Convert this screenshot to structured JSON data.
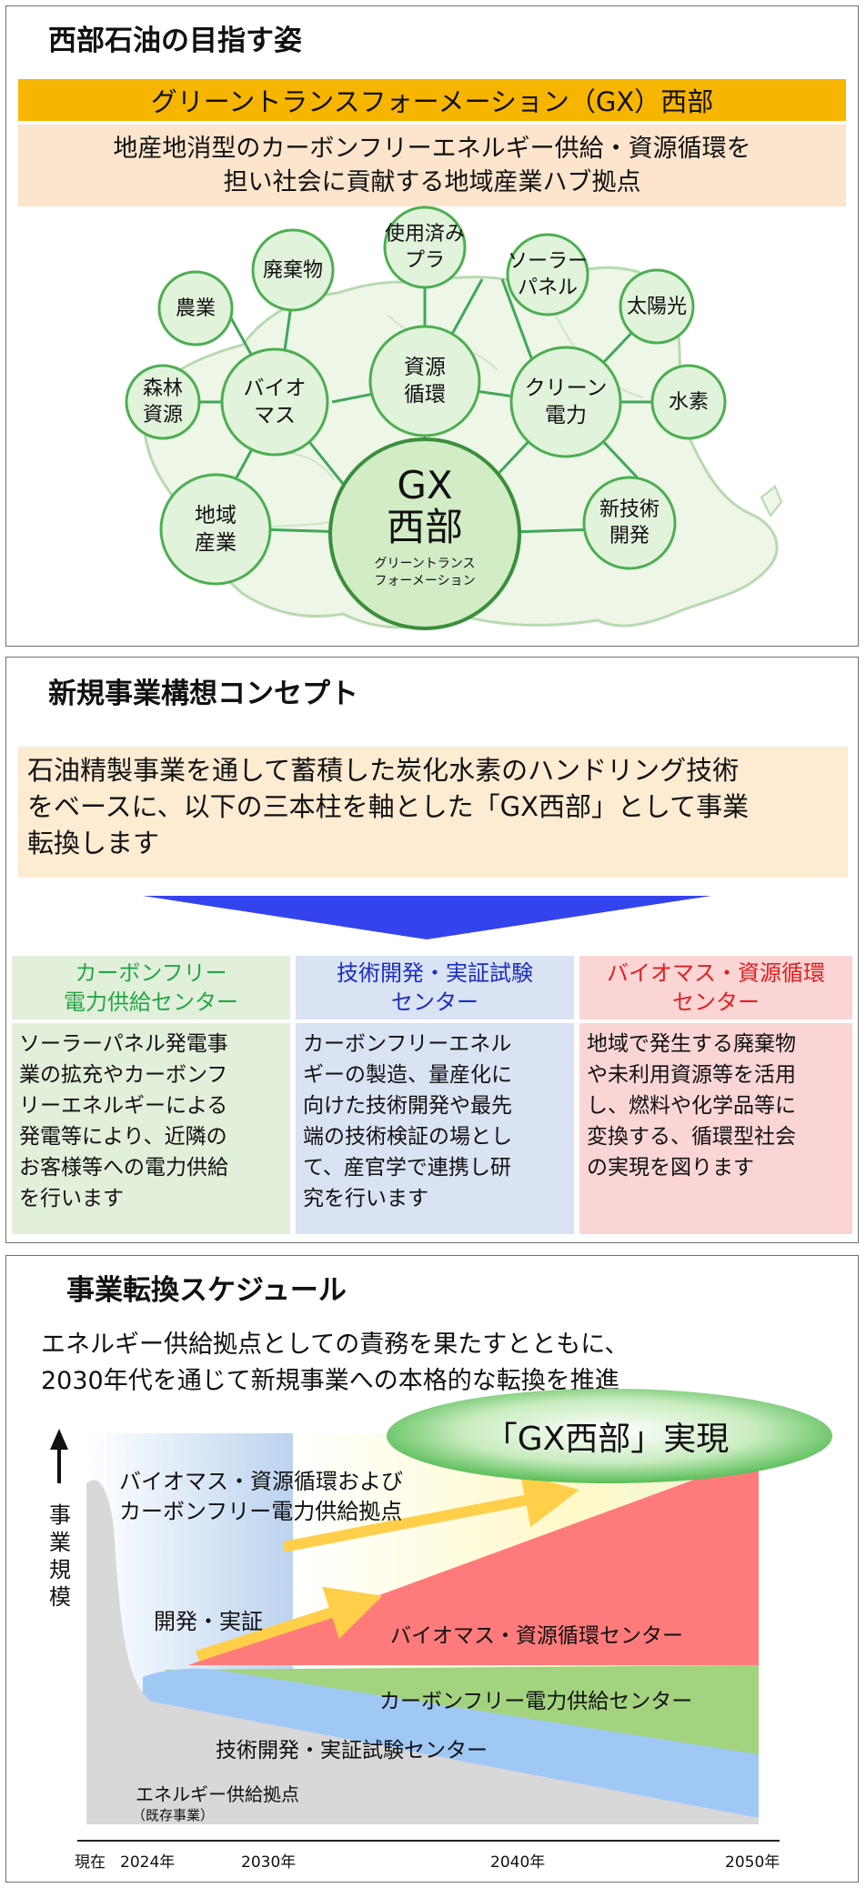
{
  "vision": {
    "title": "西部石油の目指す姿",
    "banner": "グリーントランスフォーメーション（GX）西部",
    "mission": "地産地消型のカーボンフリーエネルギー供給・資源循環を\n担い社会に貢献する地域産業ハブ拠点",
    "hub": {
      "main": "GX\n西部",
      "sub": "グリーントランス\nフォーメーション"
    },
    "nodes": [
      {
        "id": "haikibutsu",
        "label": "廃棄物"
      },
      {
        "id": "plastic",
        "label": "使用済み\nプラ"
      },
      {
        "id": "solar-panel",
        "label": "ソーラー\nパネル"
      },
      {
        "id": "nougyou",
        "label": "農業"
      },
      {
        "id": "taiyoukou",
        "label": "太陽光"
      },
      {
        "id": "shinrin",
        "label": "森林\n資源"
      },
      {
        "id": "biomass",
        "label": "バイオ\nマス"
      },
      {
        "id": "shigen",
        "label": "資源\n循環"
      },
      {
        "id": "clean",
        "label": "クリーン\n電力"
      },
      {
        "id": "suiso",
        "label": "水素"
      },
      {
        "id": "chiiki",
        "label": "地域\n産業"
      },
      {
        "id": "shingijutsu",
        "label": "新技術\n開発"
      }
    ],
    "colors": {
      "banner": "#f7b500",
      "mission_bg": "#fde4cc",
      "circle_fill": "#e2f3dc",
      "circle_border": "#4caf50",
      "map_fill": "#eef6e8",
      "map_border": "#b7dab0"
    }
  },
  "concept": {
    "title": "新規事業構想コンセプト",
    "intro": "石油精製事業を通して蓄積した炭化水素のハンドリング技術\nをベースに、以下の三本柱を軸とした「GX西部」として事業\n転換します",
    "pillars": [
      {
        "heading": "カーボンフリー\n電力供給センター",
        "body": "ソーラーパネル発電事\n業の拡充やカーボンフ\nリーエネルギーによる\n発電等により、近隣の\nお客様等への電力供給\nを行います",
        "color": "#22a845",
        "bg": "#e2efda"
      },
      {
        "heading": "技術開発・実証試験\nセンター",
        "body": "カーボンフリーエネル\nギーの製造、量産化に\n向けた技術開発や最先\n端の技術検証の場とし\nて、産官学で連携し研\n究を行います",
        "color": "#1a2ec0",
        "bg": "#dae3f3"
      },
      {
        "heading": "バイオマス・資源循環\nセンター",
        "body": "地域で発生する廃棄物\nや未利用資源等を活用\nし、燃料や化学品等に\n変換する、循環型社会\nの実現を図ります",
        "color": "#e02020",
        "bg": "#fbd5d5"
      }
    ],
    "colors": {
      "intro_bg": "#fdebd2",
      "arrow": "#3344ee"
    }
  },
  "schedule": {
    "title": "事業転換スケジュール",
    "subtitle": "エネルギー供給拠点としての責務を果たすとともに、\n2030年代を通じて新規事業への本格的な転換を推進",
    "goal": "「GX西部」実現",
    "y_axis_label": "事業規模",
    "phase_label": "バイオマス・資源循環および\nカーボンフリー電力供給拠点",
    "dev_label": "開発・実証",
    "band_labels": {
      "biomass": "バイオマス・資源循環センター",
      "carbonfree": "カーボンフリー電力供給センター",
      "tech": "技術開発・実証試験センター",
      "energy": "エネルギー供給拠点",
      "energy_note": "（既存事業）"
    },
    "x_labels": [
      "現在",
      "2024年",
      "2030年",
      "2040年",
      "2050年"
    ],
    "colors": {
      "biomass": "#ff7b7b",
      "carbonfree": "#a3d37e",
      "tech": "#9fc8f5",
      "energy": "#d8d8d8",
      "arrow": "#ffcf4a",
      "goal_green": "#3fb33f"
    }
  }
}
